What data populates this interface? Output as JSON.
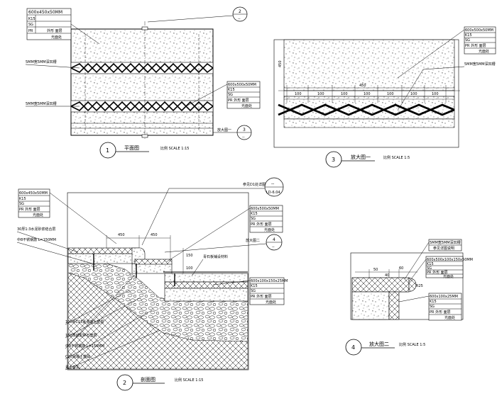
{
  "views": {
    "plan": {
      "num": "1",
      "title": "平面图",
      "scale": "比例 SCALE 1:15",
      "spec": [
        "600x450x50MM",
        "K15",
        "SG",
        "PR",
        "外形 面层",
        "光面处"
      ],
      "ann_left_1": "5MM宽5MM深凹槽",
      "ann_left_2": "5MM宽5MM深凹槽",
      "ann_right": [
        "600x500x50MM",
        "K15",
        "SG",
        "PR 外形 面层",
        "光面处"
      ],
      "ann_bottom_right": "放大图一",
      "ref_top_num": "2",
      "ref_top_sub": "--",
      "ref_right_num": "3",
      "ref_right_sub": "--"
    },
    "detail1": {
      "num": "3",
      "title": "放大图一",
      "scale": "比例 SCALE 1:5",
      "spec": [
        "600x500x50MM",
        "K15",
        "SG",
        "PR 外形 面层",
        "光面处"
      ],
      "ann_groove": "5MM宽5MM深凹槽",
      "dim_total": "450",
      "dim_vertical": "450",
      "dims": [
        "100",
        "100",
        "100",
        "100",
        "100",
        "100",
        "100"
      ]
    },
    "section": {
      "num": "2",
      "title": "剖面图",
      "scale": "比例 SCALE 1:15",
      "top_spec": [
        "600x450x50MM",
        "K15",
        "SG",
        "PR 外形 面层",
        "光面处"
      ],
      "right_spec": [
        "600x500x50MM",
        "K15",
        "SG",
        "PR 外形 面层",
        "光面处"
      ],
      "right_spec_2": [
        "600x100x150x25MM",
        "K15",
        "SG",
        "PR 外形 面层",
        "光面处"
      ],
      "ref_num": "--",
      "ref_sub": "LD-6.04",
      "ref_top_label": "参见D1处详图",
      "ref2_num": "4",
      "ref2_sub": "--",
      "ann_enlarge": "放大图二",
      "ann_paving": "青石板铺设材料",
      "ann_left_1": "30厚1:3水泥砂浆结合层",
      "ann_left_2": "中8不锈钢筋 L=150MM",
      "ann_bottom": [
        "100厚C15素混凝土垫层",
        "100厚级配碎石垫层",
        "中8不锈钢筋 L=150MM",
        "C20混凝土基础",
        "素土夯实"
      ],
      "dim_1": "450",
      "dim_2": "450",
      "dim_v1": "150",
      "dim_v2": "100"
    },
    "detail2": {
      "num": "4",
      "title": "放大图二",
      "scale": "比例 SCALE 1:5",
      "spec_top": [
        "5MM宽5MM深凹槽",
        "参见详图说明"
      ],
      "spec_mid": [
        "600x500x100x150x50MM",
        "K15",
        "SG",
        "PR 外形 面层",
        "光面处"
      ],
      "spec_bot": [
        "600x100x25MM",
        "K15",
        "SG",
        "PR 外形 面层",
        "光面处"
      ],
      "dim_1": "50",
      "dim_2": "40",
      "dim_3": "60",
      "dim_r": "R25"
    }
  }
}
